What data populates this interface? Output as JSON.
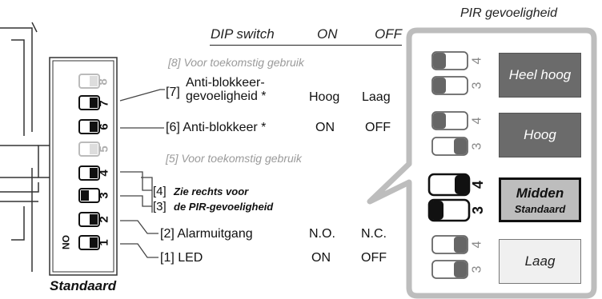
{
  "pir_title": "PIR gevoeligheid",
  "header": {
    "dip_switch": "DIP switch",
    "on": "ON",
    "off": "OFF"
  },
  "switch_labels": {
    "on_mark": "ON",
    "numbers": [
      "8",
      "7",
      "6",
      "5",
      "4",
      "3",
      "2",
      "1"
    ]
  },
  "rows": [
    {
      "id": "8",
      "text": "[8]  Voor toekomstig gebruik",
      "value_on": "",
      "value_off": ""
    },
    {
      "id": "7",
      "text_line1": "Anti-blokkeer-",
      "text_line2": "gevoeligheid *",
      "prefix": "[7]",
      "value_on": "Hoog",
      "value_off": "Laag"
    },
    {
      "id": "6",
      "text": "[6] Anti-blokkeer *",
      "value_on": "ON",
      "value_off": "OFF"
    },
    {
      "id": "5",
      "text": "[5]  Voor toekomstig gebruik",
      "value_on": "",
      "value_off": ""
    },
    {
      "id": "4",
      "prefix": "[4]",
      "text": "Zie rechts voor"
    },
    {
      "id": "3",
      "prefix": "[3]",
      "text": "de PIR-gevoeligheid"
    },
    {
      "id": "2",
      "text": "[2] Alarmuitgang",
      "value_on": "N.O.",
      "value_off": "N.C."
    },
    {
      "id": "1",
      "text": "[1] LED",
      "value_on": "ON",
      "value_off": "OFF"
    }
  ],
  "caption": "Standaard",
  "pir_levels": [
    {
      "label": "Heel hoog",
      "sublabel": "",
      "sw4": "4",
      "sw3": "3",
      "bg": "#6b6b6b",
      "fg": "#ffffff"
    },
    {
      "label": "Hoog",
      "sublabel": "",
      "sw4": "4",
      "sw3": "3",
      "bg": "#6b6b6b",
      "fg": "#ffffff"
    },
    {
      "label": "Midden",
      "sublabel": "Standaard",
      "sw4": "4",
      "sw3": "3",
      "bg": "#bdbdbd",
      "fg": "#111111"
    },
    {
      "label": "Laag",
      "sublabel": "",
      "sw4": "4",
      "sw3": "3",
      "bg": "#f0f0f0",
      "fg": "#222222"
    }
  ]
}
